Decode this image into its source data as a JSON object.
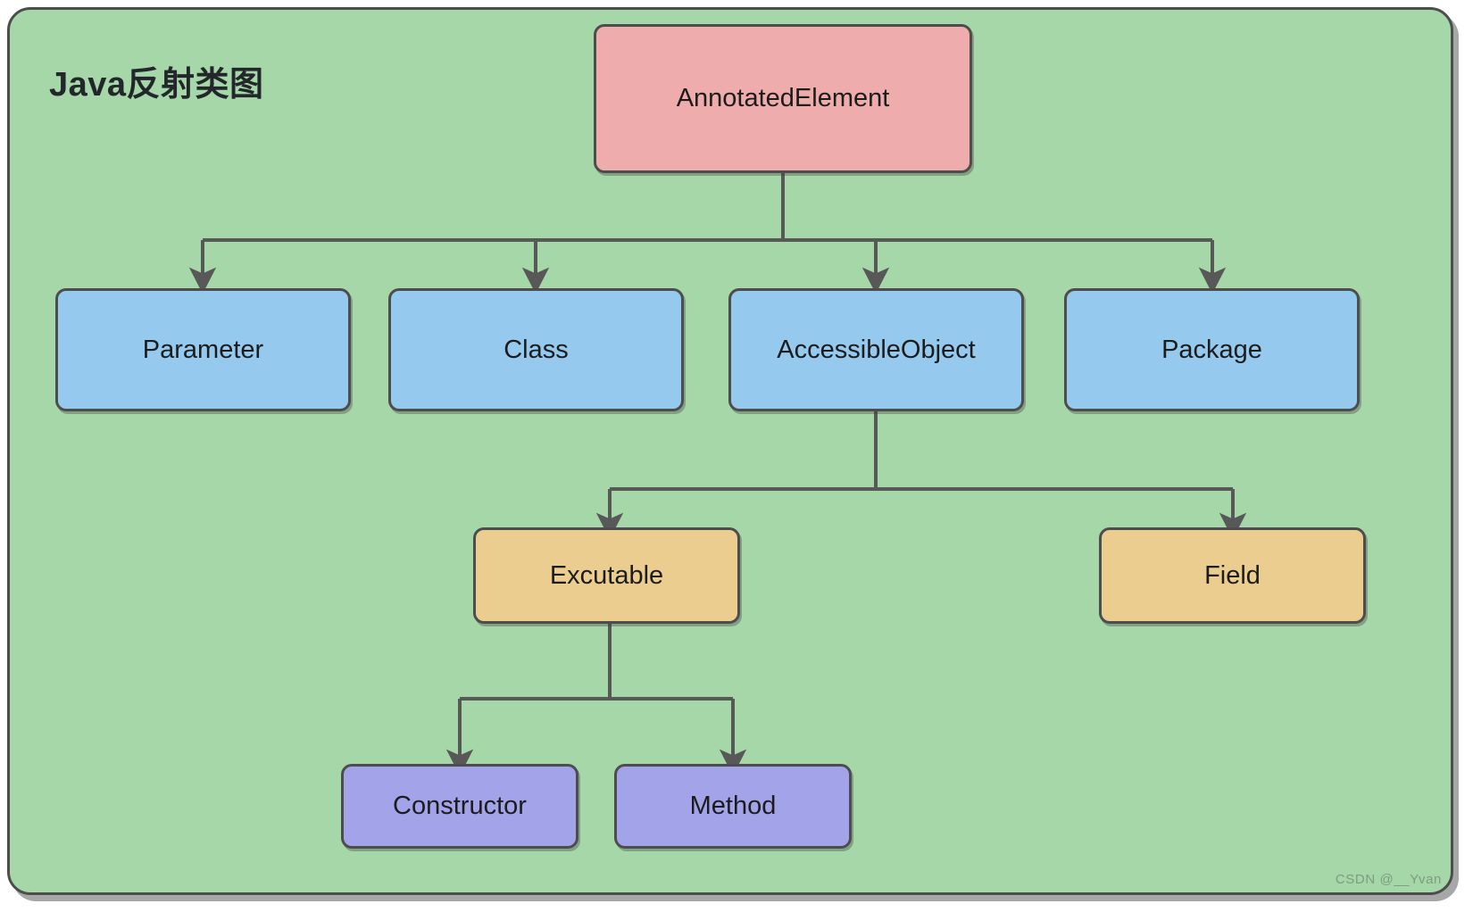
{
  "diagram": {
    "title": "Java反射类图",
    "watermark": "CSDN @__Yvan",
    "background_color": "#a6d7a8",
    "border_color": "#4d4d4d",
    "connector_color": "#585858"
  },
  "levels": {
    "root_color": "#efacac",
    "two_color": "#95c9ee",
    "three_color": "#eccd90",
    "four_color": "#a3a3ea"
  },
  "nodes": [
    {
      "id": "annotated-element",
      "label": "AnnotatedElement",
      "level": 1,
      "color": "#efacac"
    },
    {
      "id": "parameter",
      "label": "Parameter",
      "level": 2,
      "color": "#95c9ee"
    },
    {
      "id": "class",
      "label": "Class",
      "level": 2,
      "color": "#95c9ee"
    },
    {
      "id": "accessible-object",
      "label": "AccessibleObject",
      "level": 2,
      "color": "#95c9ee"
    },
    {
      "id": "package",
      "label": "Package",
      "level": 2,
      "color": "#95c9ee"
    },
    {
      "id": "excutable",
      "label": "Excutable",
      "level": 3,
      "color": "#eccd90"
    },
    {
      "id": "field",
      "label": "Field",
      "level": 3,
      "color": "#eccd90"
    },
    {
      "id": "constructor",
      "label": "Constructor",
      "level": 4,
      "color": "#a3a3ea"
    },
    {
      "id": "method",
      "label": "Method",
      "level": 4,
      "color": "#a3a3ea"
    }
  ],
  "edges": [
    {
      "from": "annotated-element",
      "to": "parameter"
    },
    {
      "from": "annotated-element",
      "to": "class"
    },
    {
      "from": "annotated-element",
      "to": "accessible-object"
    },
    {
      "from": "annotated-element",
      "to": "package"
    },
    {
      "from": "accessible-object",
      "to": "excutable"
    },
    {
      "from": "accessible-object",
      "to": "field"
    },
    {
      "from": "excutable",
      "to": "constructor"
    },
    {
      "from": "excutable",
      "to": "method"
    }
  ]
}
